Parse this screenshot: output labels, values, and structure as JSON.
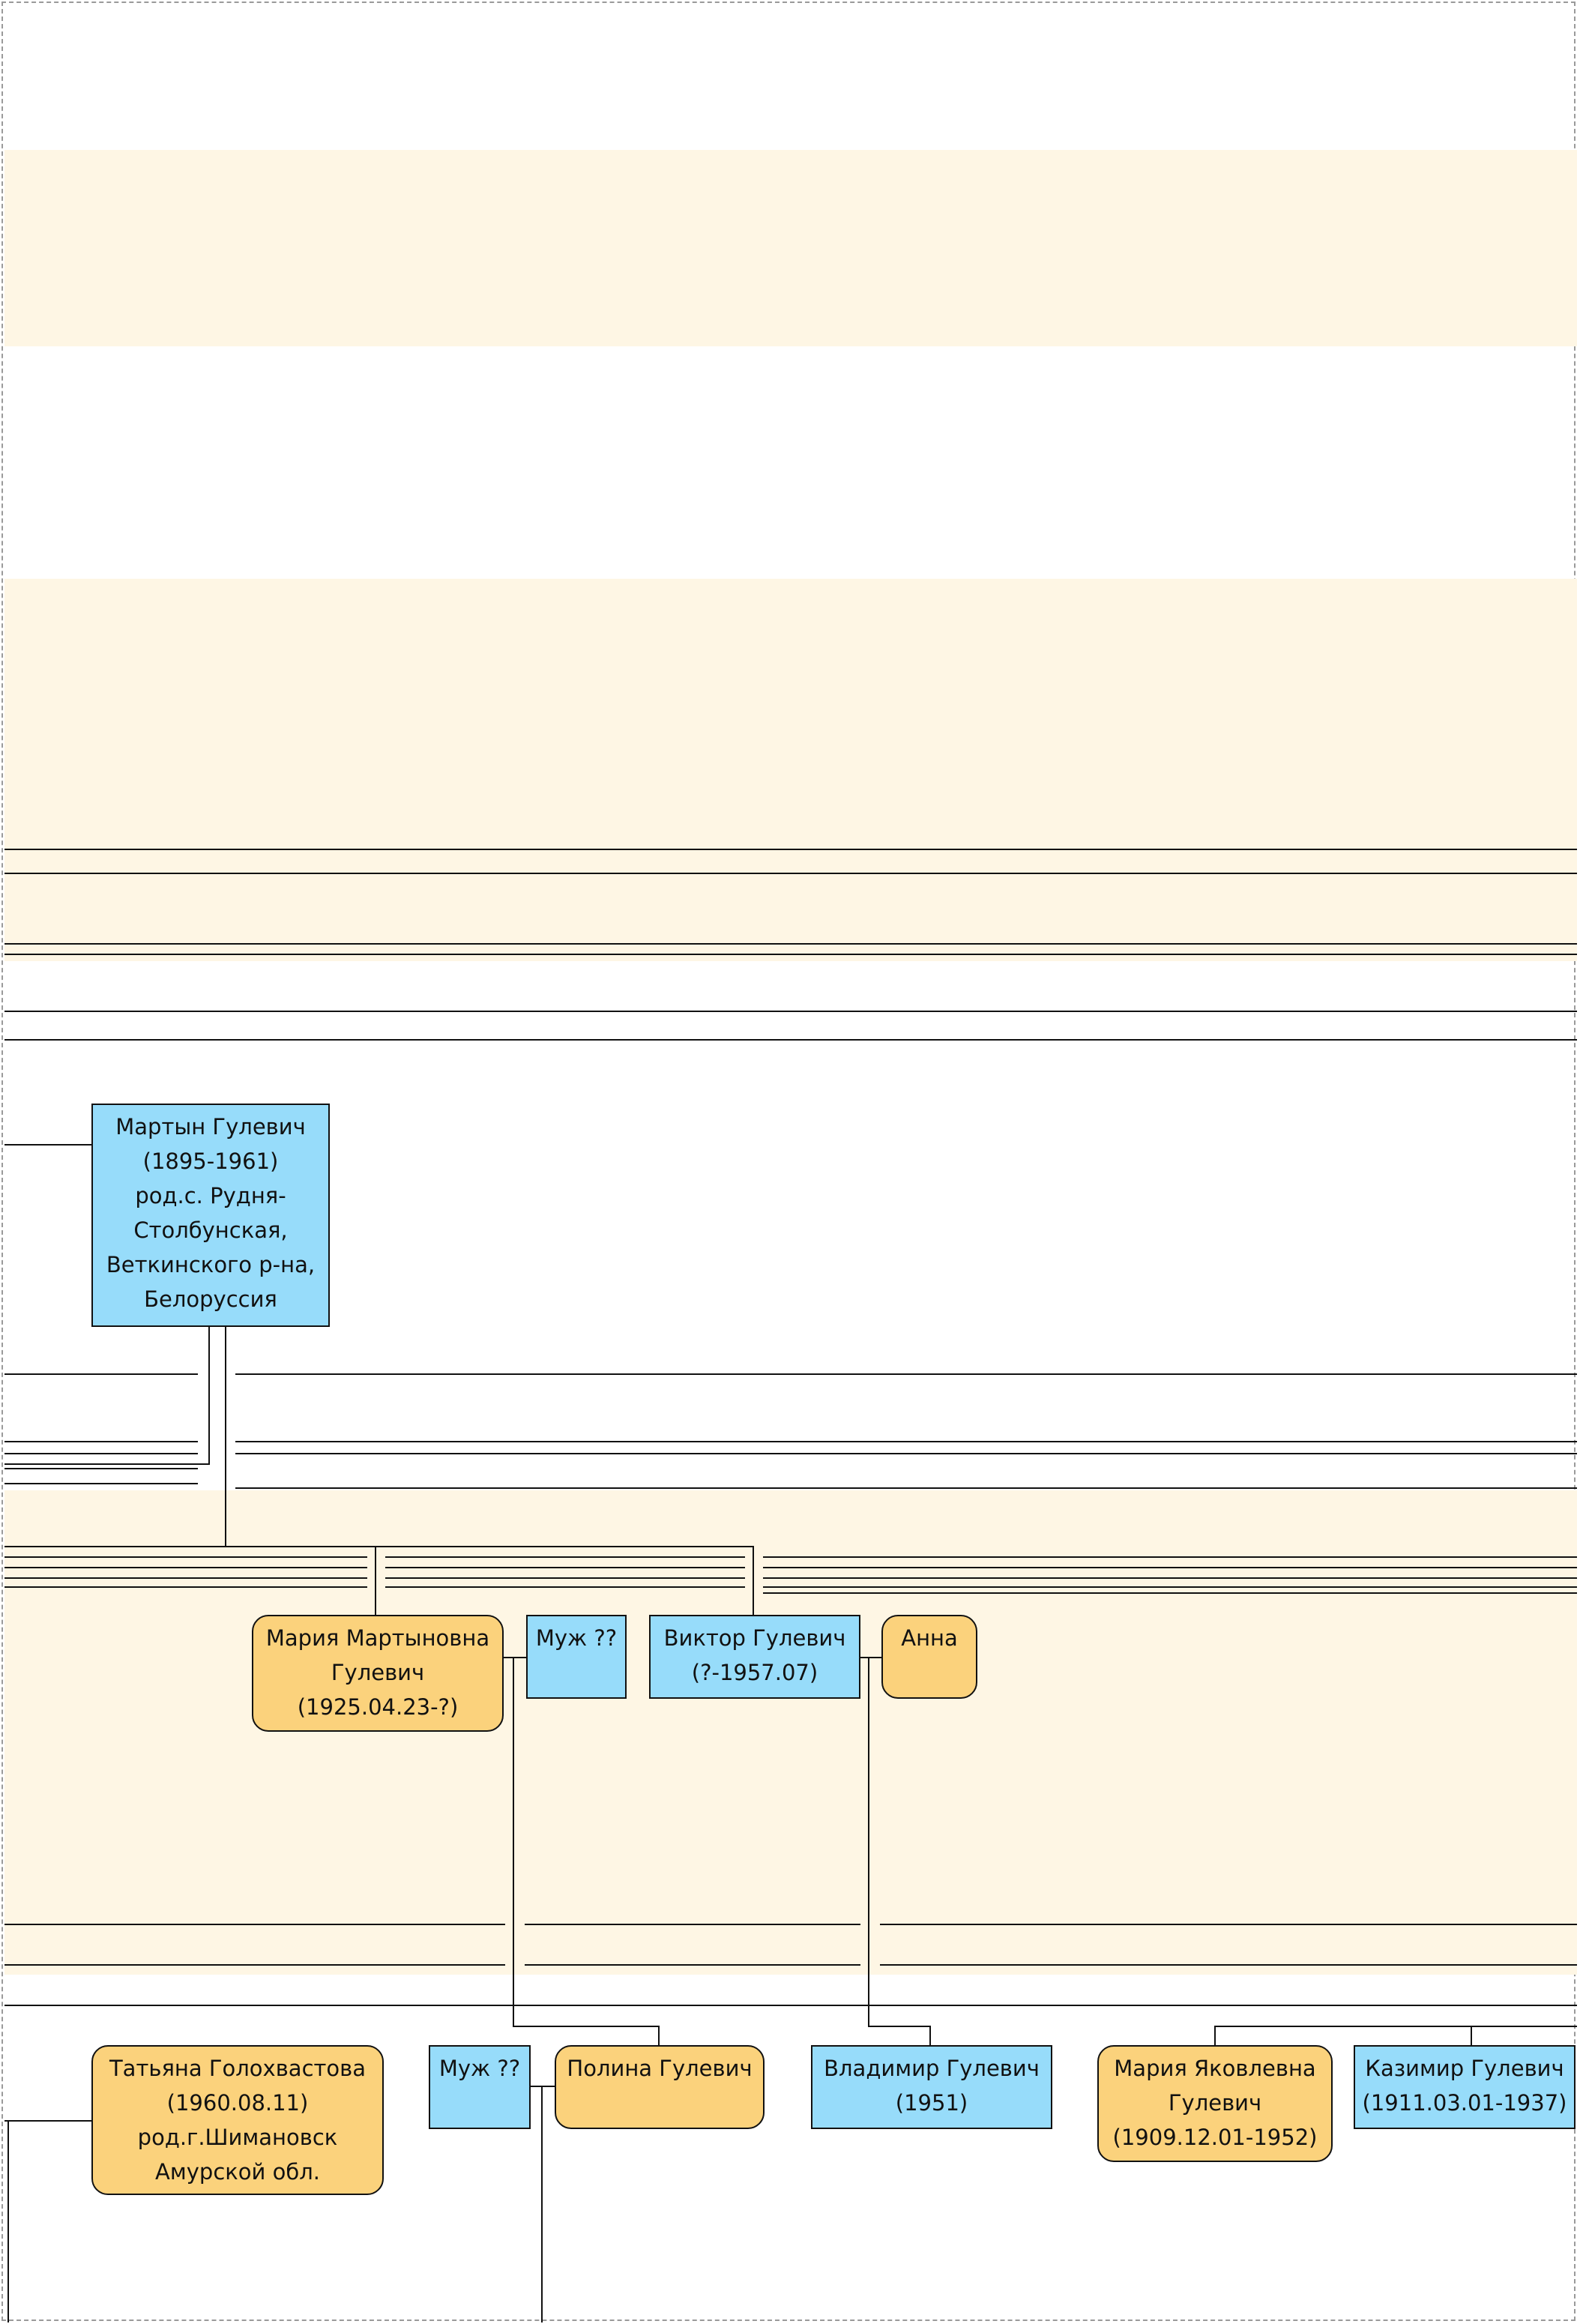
{
  "people": {
    "martyn": {
      "lines": [
        "Мартын Гулевич",
        "(1895-1961)",
        "род.с. Рудня-",
        "Столбунская,",
        "Веткинского р-на,",
        "Белоруссия"
      ]
    },
    "maria_m": {
      "lines": [
        "Мария Мартыновна",
        "Гулевич",
        "(1925.04.23-?)"
      ]
    },
    "husband1": {
      "lines": [
        "Муж ??"
      ]
    },
    "viktor": {
      "lines": [
        "Виктор Гулевич",
        "(?-1957.07)"
      ]
    },
    "anna": {
      "lines": [
        "Анна"
      ]
    },
    "tatyana": {
      "lines": [
        "Татьяна Голохвастова",
        "(1960.08.11)",
        "род.г.Шимановск",
        "Амурской обл."
      ]
    },
    "husband2": {
      "lines": [
        "Муж ??"
      ]
    },
    "polina": {
      "lines": [
        "Полина Гулевич"
      ]
    },
    "vladimir": {
      "lines": [
        "Владимир Гулевич",
        "(1951)"
      ]
    },
    "maria_y": {
      "lines": [
        "Мария Яковлевна",
        "Гулевич",
        "(1909.12.01-1952)"
      ]
    },
    "kazimir": {
      "lines": [
        "Казимир Гулевич",
        "(1911.03.01-1937)"
      ]
    }
  },
  "colors": {
    "male": "#97dcfa",
    "female": "#fbd27c",
    "band": "#fef6e4",
    "line": "#111111"
  }
}
